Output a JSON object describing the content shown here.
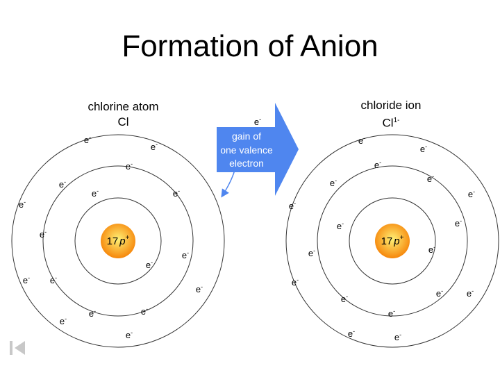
{
  "slide": {
    "title": "Formation of Anion",
    "atom_label": {
      "name": "chlorine atom",
      "symbol": "Cl"
    },
    "ion_label": {
      "name": "chloride ion",
      "symbol": "Cl",
      "charge": "1-"
    },
    "arrow_text": [
      "gain of",
      "one valence",
      "electron"
    ],
    "nucleus_label": "17",
    "nucleus_p": "p",
    "nucleus_sup": "+",
    "electron_symbol": "e",
    "electron_sup": "-",
    "atom_electron_count": 17,
    "ion_electron_count": 18
  },
  "colors": {
    "arrow_fill": "#4f86ef",
    "nucleus_center": "#fff176",
    "nucleus_edge": "#f57c00",
    "orbit": "#333333"
  },
  "icons": {
    "nav": "back-to-start-icon"
  }
}
